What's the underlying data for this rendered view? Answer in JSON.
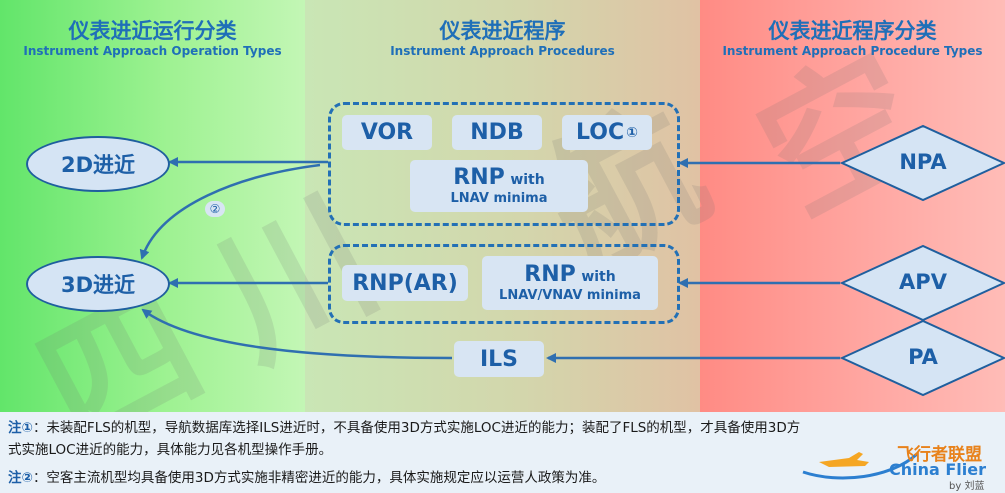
{
  "columns": {
    "left": {
      "title_zh": "仪表进近运行分类",
      "title_en": "Instrument Approach Operation Types"
    },
    "middle": {
      "title_zh": "仪表进近程序",
      "title_en": "Instrument Approach Procedures"
    },
    "right": {
      "title_zh": "仪表进近程序分类",
      "title_en": "Instrument Approach Procedure Types"
    }
  },
  "operation_types": [
    "2D进近",
    "3D进近"
  ],
  "procedure_types": [
    "NPA",
    "APV",
    "PA"
  ],
  "npa_group": {
    "vor": "VOR",
    "ndb": "NDB",
    "loc": "LOC",
    "loc_note": "①",
    "rnp_main": "RNP",
    "rnp_with": "with",
    "rnp_sub": "LNAV minima"
  },
  "apv_group": {
    "rnp_ar": "RNP(AR)",
    "rnp_main": "RNP",
    "rnp_with": "with",
    "rnp_sub": "LNAV/VNAV minima"
  },
  "ils": "ILS",
  "arrow_note": "②",
  "watermark": [
    "四",
    "川",
    "航",
    "空"
  ],
  "notes": [
    {
      "label": "注①",
      "text": "：未装配FLS的机型，导航数据库选择ILS进近时，不具备使用3D方式实施LOC进近的能力；装配了FLS的机型，才具备使用3D方式实施LOC进近的能力，具体能力见各机型操作手册。"
    },
    {
      "label": "注②",
      "text": "：空客主流机型均具备使用3D方式实施非精密进近的能力，具体实施规定应以运营人政策为准。"
    }
  ],
  "logo": {
    "zh": "飞行者联盟",
    "en": "China Flier",
    "by": "by 刘蓝"
  },
  "colors": {
    "left_bg": "#7fec7c",
    "middle_bg": "#d3d6ac",
    "right_bg": "#ffa39e",
    "accent": "#1f6fb8",
    "box": "#d8e5f3"
  }
}
